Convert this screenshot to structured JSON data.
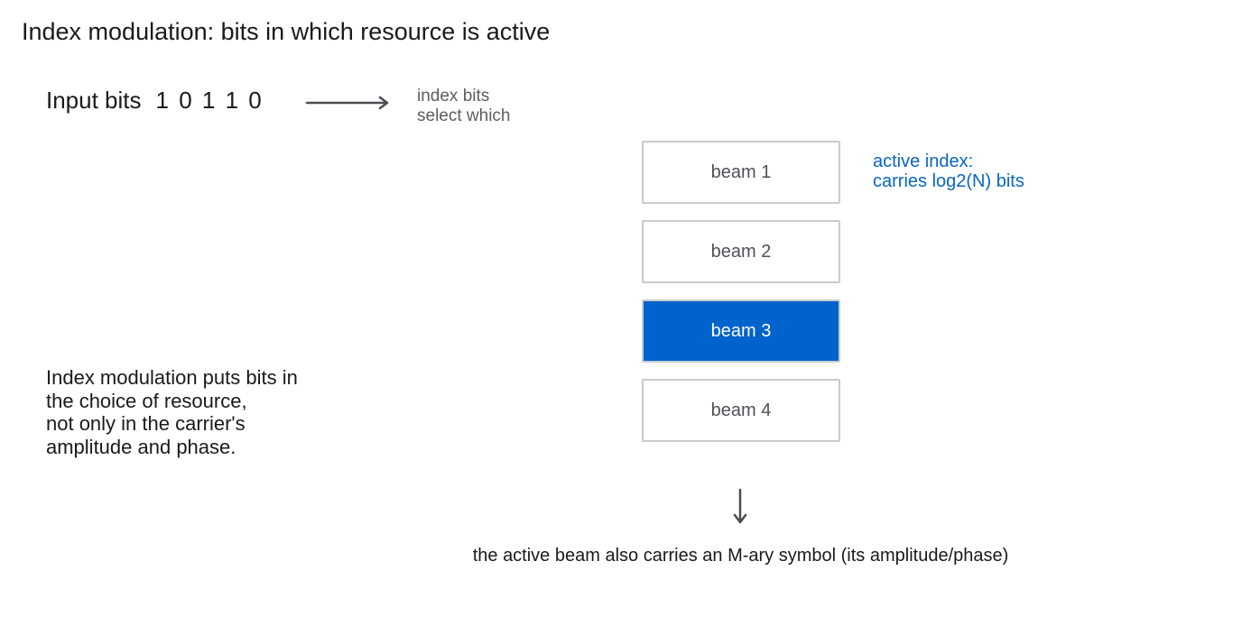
{
  "title": "Index modulation: bits in which resource is active",
  "input": {
    "label": "Input bits",
    "bits": "1 0 1 1 0"
  },
  "index_note": {
    "line1": "index bits",
    "line2": "select which"
  },
  "beams": [
    {
      "label": "beam 1",
      "active": false
    },
    {
      "label": "beam 2",
      "active": false
    },
    {
      "label": "beam 3",
      "active": true
    },
    {
      "label": "beam 4",
      "active": false
    }
  ],
  "active_note": {
    "line1": "active index:",
    "line2": "carries log2(N) bits"
  },
  "explanation": [
    "Index modulation puts bits in",
    "the choice of resource,",
    "not only in the carrier's",
    "amplitude and phase."
  ],
  "bottom_note": "the active beam also carries an M-ary symbol (its amplitude/phase)",
  "colors": {
    "accent": "#0062cc",
    "accent_text": "#0a66c2",
    "border": "#c9cbcf",
    "muted_text": "#5a5d61",
    "arrow": "#4a4e53"
  }
}
